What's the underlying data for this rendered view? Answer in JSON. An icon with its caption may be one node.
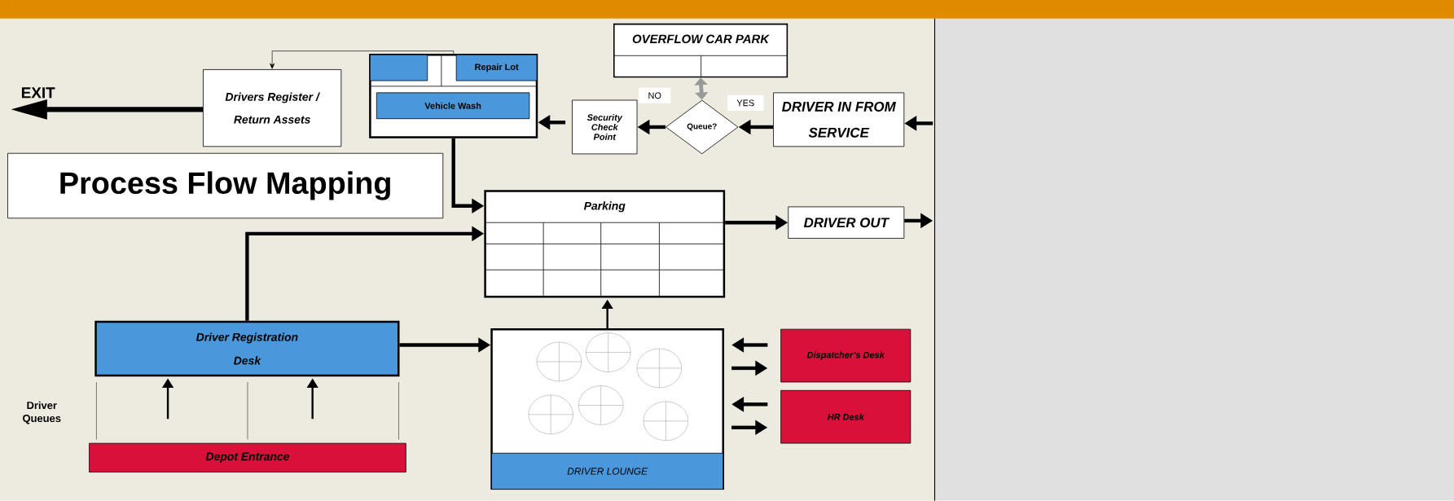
{
  "diagram": {
    "title": "Process Flow Mapping",
    "nodes": [
      {
        "text": [
          "EXIT"
        ]
      },
      {
        "text": [
          "Drivers Register / Return Assets"
        ]
      },
      {
        "text": [],
        "shape": "box"
      },
      {
        "text": [],
        "shape": "box",
        "in": 2
      },
      {
        "text": [
          "Repair Lot"
        ],
        "in": 2
      },
      {
        "text": [
          "Vehicle Wash"
        ],
        "in": 2
      },
      {
        "text": [
          "OVERFLOW CAR PARK"
        ]
      },
      {
        "text": [
          "Security Check Point"
        ]
      },
      {
        "text": [
          "Queue?"
        ]
      },
      {
        "text": [
          "DRIVER IN FROM SERVICE"
        ]
      },
      {
        "text": [
          "Parking"
        ]
      },
      {
        "text": [
          "DRIVER OUT"
        ]
      },
      {
        "text": [
          "Driver Registration Desk"
        ]
      },
      {
        "text": [
          "DRIVER LOUNGE"
        ]
      },
      {
        "text": [
          "Dispatcher’s Desk"
        ]
      },
      {
        "text": [
          "HR Desk"
        ]
      },
      {
        "text": [
          "Depot Entrance"
        ]
      }
    ],
    "edges": [
      {
        "from": 1,
        "to": 0,
        "arrow": "to"
      },
      {
        "from": 2,
        "to": 1,
        "arrow": "to"
      },
      {
        "from": 7,
        "to": 2,
        "arrow": "to"
      },
      {
        "from": 8,
        "to": 7,
        "arrow": "to",
        "label": "NO"
      },
      {
        "from": 9,
        "to": 8,
        "arrow": "to",
        "label": "YES"
      },
      {
        "from": null,
        "to": 9,
        "arrow": "to"
      },
      {
        "from": 6,
        "to": 8,
        "arrow": "both",
        "color": "#999999"
      },
      {
        "from": 2,
        "to": 10,
        "arrow": "to"
      },
      {
        "from": 10,
        "to": 11,
        "arrow": "to"
      },
      {
        "from": 11,
        "to": null,
        "arrow": "to"
      },
      {
        "from": 12,
        "to": 10,
        "arrow": "to"
      },
      {
        "from": 12,
        "to": 13,
        "arrow": "to"
      },
      {
        "from": 13,
        "to": 10,
        "arrow": "to"
      },
      {
        "from": 14,
        "to": 13,
        "arrow": "to"
      },
      {
        "from": 13,
        "to": 14,
        "arrow": "to"
      },
      {
        "from": 15,
        "to": 13,
        "arrow": "to"
      },
      {
        "from": 13,
        "to": 15,
        "arrow": "to"
      },
      {
        "from": 16,
        "to": 12,
        "arrow": "to"
      },
      {
        "from": 16,
        "to": 12,
        "arrow": "to"
      }
    ],
    "labels": [
      "Driver Queues"
    ]
  }
}
